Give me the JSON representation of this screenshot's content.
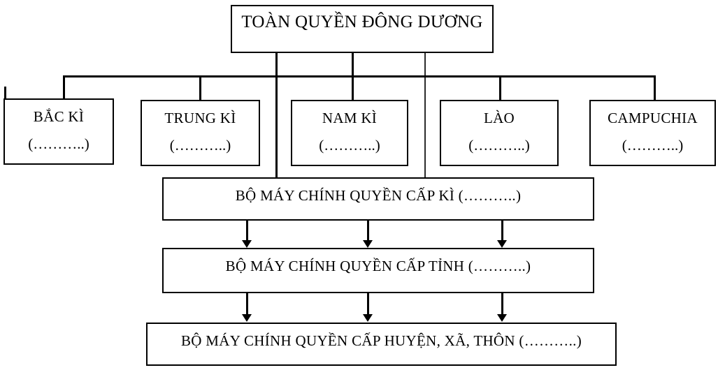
{
  "diagram": {
    "type": "organizational-hierarchy",
    "language": "vi",
    "background_color": "#ffffff",
    "line_color": "#000000",
    "blank_placeholder": "(………..)",
    "root": {
      "id": "root",
      "label": "TOÀN QUYỀN ĐÔNG DƯƠNG"
    },
    "regions": [
      {
        "id": "bac-ki",
        "label": "BẮC KÌ",
        "blank": "(………..)"
      },
      {
        "id": "trung-ki",
        "label": "TRUNG KÌ",
        "blank": "(………..)"
      },
      {
        "id": "nam-ki",
        "label": "NAM KÌ",
        "blank": "(………..)"
      },
      {
        "id": "lao",
        "label": "LÀO",
        "blank": "(………..)"
      },
      {
        "id": "campuchia",
        "label": "CAMPUCHIA",
        "blank": "(………..)"
      }
    ],
    "levels": [
      {
        "id": "cap-ki",
        "label": "BỘ MÁY CHÍNH QUYỀN CẤP KÌ (………..)"
      },
      {
        "id": "cap-tinh",
        "label": "BỘ MÁY CHÍNH QUYỀN CẤP TỈNH (………..)"
      },
      {
        "id": "cap-huyen",
        "label": "BỘ MÁY CHÍNH QUYỀN CẤP HUYỆN, XÃ, THÔN (………..)"
      }
    ]
  }
}
